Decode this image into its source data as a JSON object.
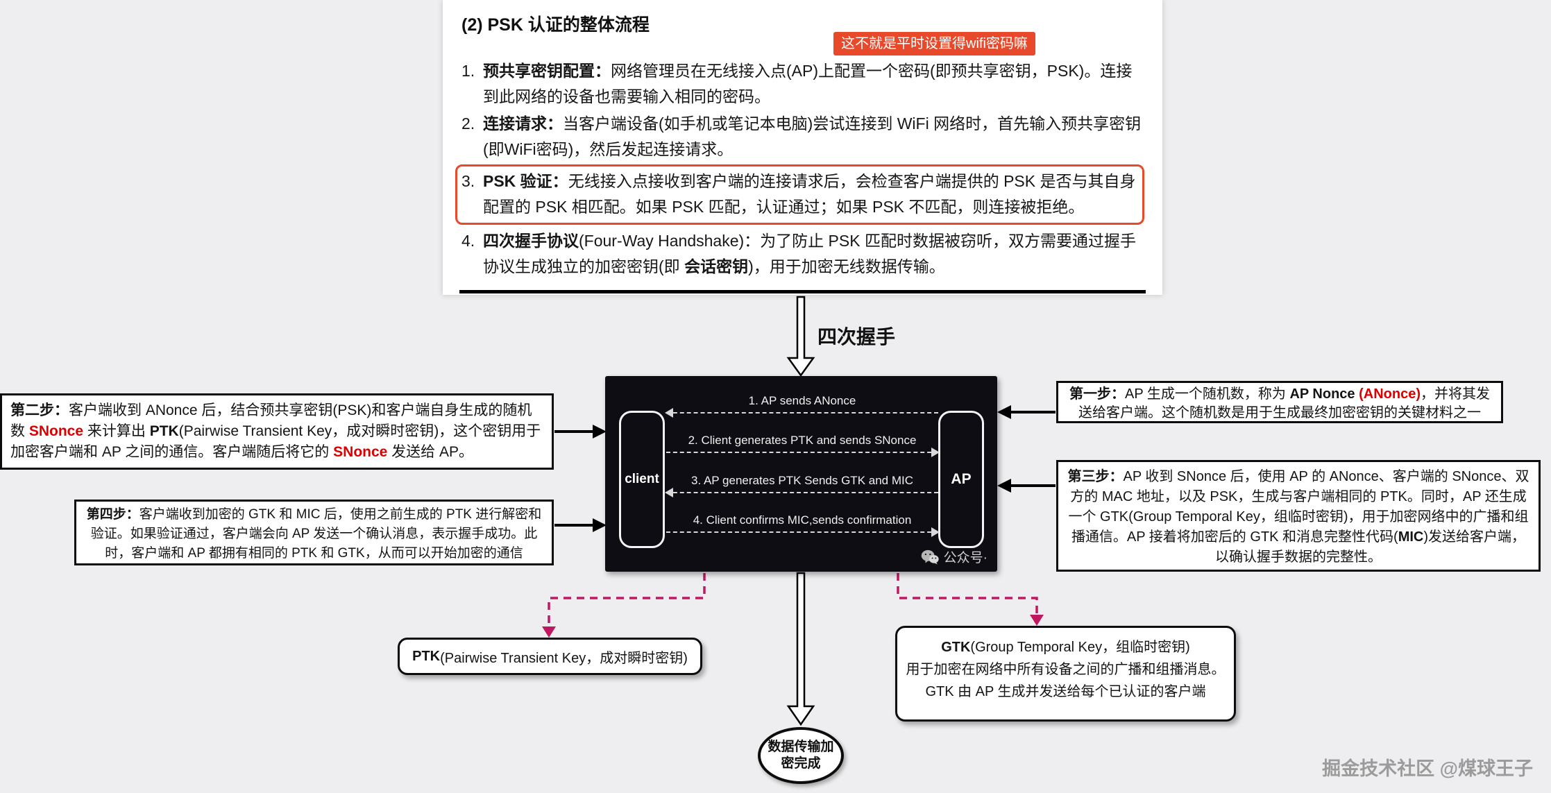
{
  "colors": {
    "badge_bg": "#e8492b",
    "highlight_border": "#e8492b",
    "red_text": "#dd0000",
    "dashed_connector": "#bf1860",
    "handshake_box_bg": "#0e0d13"
  },
  "card": {
    "title": "(2) PSK 认证的整体流程",
    "badge": "这不就是平时设置得wifi密码嘛",
    "items": [
      {
        "num": "1.",
        "segs": [
          {
            "t": "预共享密钥配置：",
            "b": 1
          },
          {
            "t": "网络管理员在无线接入点(AP)上配置一个密码(即预共享密钥，PSK)。连接到此网络的设备也需要输入相同的密码。"
          }
        ]
      },
      {
        "num": "2.",
        "segs": [
          {
            "t": "连接请求：",
            "b": 1
          },
          {
            "t": "当客户端设备(如手机或笔记本电脑)尝试连接到 WiFi 网络时，首先输入预共享密钥(即WiFi密码)，然后发起连接请求。"
          }
        ]
      },
      {
        "num": "3.",
        "segs": [
          {
            "t": "PSK 验证：",
            "b": 1
          },
          {
            "t": "无线接入点接收到客户端的连接请求后，会检查客户端提供的 PSK 是否与其自身配置的 PSK 相匹配。如果 PSK 匹配，认证通过；如果 PSK 不匹配，则连接被拒绝。"
          }
        ]
      },
      {
        "num": "4.",
        "segs": [
          {
            "t": "四次握手协议",
            "b": 1
          },
          {
            "t": "(Four-Way Handshake)：为了防止 PSK 匹配时数据被窃听，双方需要通过握手协议生成独立的加密密钥(即 "
          },
          {
            "t": "会话密钥",
            "b": 1
          },
          {
            "t": ")，用于加密无线数据传输。"
          }
        ]
      }
    ]
  },
  "flow": {
    "handshake_label": "四次握手"
  },
  "handshake": {
    "client_label": "client",
    "ap_label": "AP",
    "messages": [
      {
        "label": "1. AP sends ANonce",
        "direction": "left"
      },
      {
        "label": "2. Client generates PTK and sends SNonce",
        "direction": "right"
      },
      {
        "label": "3. AP generates PTK Sends GTK and MIC",
        "direction": "left"
      },
      {
        "label": "4. Client confirms MIC,sends confirmation",
        "direction": "right"
      }
    ],
    "wechat_label": "公众号·"
  },
  "steps": {
    "step1": {
      "segs": [
        {
          "t": "第一步：",
          "b": 1
        },
        {
          "t": "AP 生成一个随机数，称为 "
        },
        {
          "t": "AP Nonce ",
          "b": 1
        },
        {
          "t": "(ANonce)",
          "b": 1,
          "c": "#dd0000"
        },
        {
          "t": "，并将其发送给客户端。这个随机数是用于生成最终加密密钥的关键材料之一"
        }
      ]
    },
    "step2": {
      "segs": [
        {
          "t": "第二步：",
          "b": 1
        },
        {
          "t": "客户端收到 ANonce 后，结合预共享密钥(PSK)和客户端自身生成的随机数 "
        },
        {
          "t": "SNonce",
          "b": 1,
          "c": "#dd0000"
        },
        {
          "t": " 来计算出 "
        },
        {
          "t": "PTK",
          "b": 1
        },
        {
          "t": "(Pairwise Transient Key，成对瞬时密钥)，这个密钥用于加密客户端和 AP 之间的通信。客户端随后将它的 "
        },
        {
          "t": "SNonce",
          "b": 1,
          "c": "#dd0000"
        },
        {
          "t": " 发送给 AP。"
        }
      ]
    },
    "step3": {
      "segs": [
        {
          "t": "第三步：",
          "b": 1
        },
        {
          "t": "AP 收到 SNonce 后，使用 AP 的 ANonce、客户端的 SNonce、双方的 MAC 地址，以及 PSK，生成与客户端相同的 PTK。同时，AP 还生成一个 GTK(Group Temporal Key，组临时密钥)，用于加密网络中的广播和组播通信。AP 接着将加密后的 GTK 和消息完整性代码("
        },
        {
          "t": "MIC",
          "b": 1
        },
        {
          "t": ")发送给客户端，以确认握手数据的完整性。"
        }
      ]
    },
    "step4": {
      "segs": [
        {
          "t": "第四步：",
          "b": 1
        },
        {
          "t": "客户端收到加密的 GTK 和 MIC 后，使用之前生成的 PTK 进行解密和验证。如果验证通过，客户端会向 AP 发送一个确认消息，表示握手成功。此时，客户端和 AP 都拥有相同的 PTK 和 GTK，从而可以开始加密的通信"
        }
      ]
    }
  },
  "ptk_box": {
    "segs": [
      {
        "t": "PTK",
        "b": 1
      },
      {
        "t": "(Pairwise Transient Key，成对瞬时密钥)"
      }
    ]
  },
  "gtk_box": {
    "line1_segs": [
      {
        "t": "GTK",
        "b": 1
      },
      {
        "t": "(Group Temporal Key，组临时密钥)"
      }
    ],
    "line2": "用于加密在网络中所有设备之间的广播和组播消息。",
    "line3": "GTK 由 AP 生成并发送给每个已认证的客户端"
  },
  "result": {
    "label": "数据传输加密完成"
  },
  "watermark": "掘金技术社区 @煤球王子"
}
